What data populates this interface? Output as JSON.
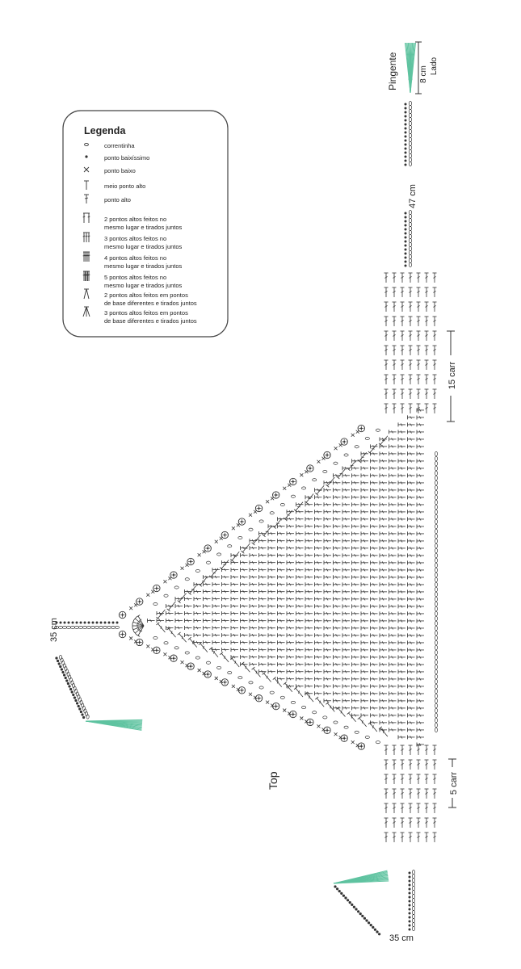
{
  "legend": {
    "title": "Legenda",
    "items": [
      {
        "icon": "chain-stitch-icon",
        "lines": [
          "correntinha"
        ]
      },
      {
        "icon": "slip-stitch-icon",
        "lines": [
          "ponto baixíssimo"
        ]
      },
      {
        "icon": "single-crochet-icon",
        "lines": [
          "ponto baixo"
        ]
      },
      {
        "icon": "half-double-crochet-icon",
        "lines": [
          "meio ponto alto"
        ]
      },
      {
        "icon": "double-crochet-icon",
        "lines": [
          "ponto alto"
        ]
      },
      {
        "icon": "dc2-cluster-icon",
        "lines": [
          "2 pontos altos feitos no",
          "mesmo lugar e tirados juntos"
        ]
      },
      {
        "icon": "dc3-cluster-icon",
        "lines": [
          "3 pontos altos feitos no",
          "mesmo lugar e tirados juntos"
        ]
      },
      {
        "icon": "dc4-cluster-icon",
        "lines": [
          "4 pontos altos feitos no",
          "mesmo lugar e tirados juntos"
        ]
      },
      {
        "icon": "dc5-cluster-icon",
        "lines": [
          "5 pontos altos feitos no",
          "mesmo lugar e tirados juntos"
        ]
      },
      {
        "icon": "dc2tog-icon",
        "lines": [
          "2 pontos altos feitos em pontos",
          "de base diferentes e tirados juntos"
        ]
      },
      {
        "icon": "dc3tog-icon",
        "lines": [
          "3 pontos altos feitos em pontos",
          "de base diferentes e tirados juntos"
        ]
      }
    ]
  },
  "labels": {
    "pendant": "Pingente",
    "pendant_size": "8 cm",
    "side": "Lado",
    "strap_length": "47 cm",
    "rows_upper": "15 carr",
    "rows_lower": "5 carr",
    "tie_top": "35 cm",
    "tie_bottom": "35 cm",
    "piece_name": "Top"
  },
  "colors": {
    "tassel": "#5fc3a0",
    "line": "#333333"
  }
}
